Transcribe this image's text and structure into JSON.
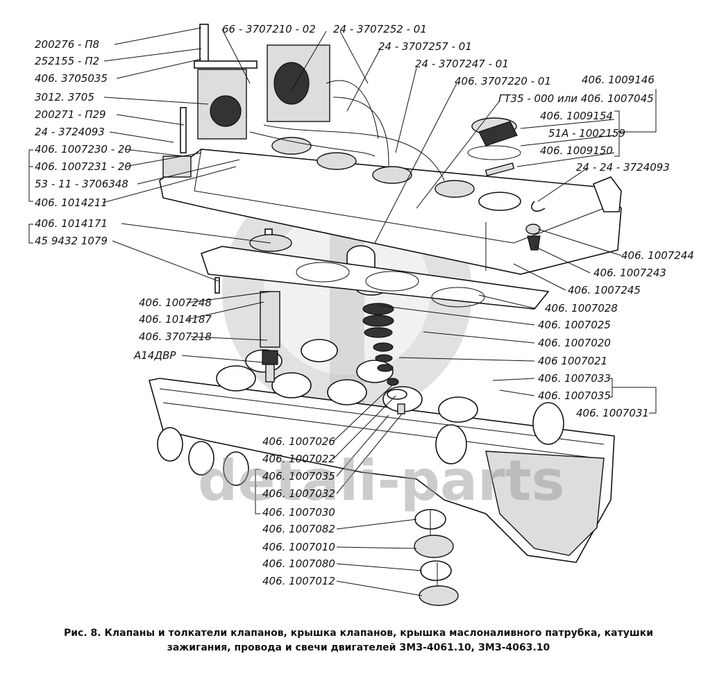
{
  "watermark": "detali-parts",
  "caption": {
    "line1": "Рис. 8. Клапаны и толкатели клапанов, крышка клапанов, крышка маслоналивного патрубка, катушки",
    "line2": "зажигания, провода и свечи двигателей ЗМЗ-4061.10, ЗМЗ-4063.10"
  },
  "labels": {
    "l200276": "200276 - П8",
    "l252155": "252155 - П2",
    "l3705035": "406. 3705035",
    "l3012": "3012. 3705",
    "l200271": "200271 - П29",
    "l3724093": "24 - 3724093",
    "l1007230": "406. 1007230 - 20",
    "l1007231": "406. 1007231 - 20",
    "l53": "53 - 11 - 3706348",
    "l1014211": "406. 1014211",
    "l1014171": "406. 1014171",
    "l45": "45 9432 1079",
    "l66": "66 - 3707210 - 02",
    "l252": "24 - 3707252 - 01",
    "l257": "24 - 3707257 - 01",
    "l247": "24 - 3707247 - 01",
    "l220": "406. 3707220 - 01",
    "lgt": "ГТ35 - 000 или 406. 1007045",
    "l146": "406. 1009146",
    "l154": "406. 1009154",
    "l51a": "51А - 1002159",
    "l150": "406. 1009150",
    "l2424": "24 - 24 - 3724093",
    "l244": "406. 1007244",
    "l243": "406. 1007243",
    "l245": "406. 1007245",
    "l248": "406. 1007248",
    "l028": "406. 1007028",
    "l187": "406. 1014187",
    "l025": "406. 1007025",
    "l218": "406. 3707218",
    "l020": "406. 1007020",
    "la14": "А14ДВР",
    "l021": "406 1007021",
    "l033": "406. 1007033",
    "l035r": "406. 1007035",
    "l031": "406. 1007031",
    "l026": "406. 1007026",
    "l022": "406. 1007022",
    "l035": "406. 1007035",
    "l032": "406. 1007032",
    "l030": "406. 1007030",
    "l082": "406. 1007082",
    "l010": "406. 1007010",
    "l080": "406. 1007080",
    "l012": "406. 1007012"
  }
}
